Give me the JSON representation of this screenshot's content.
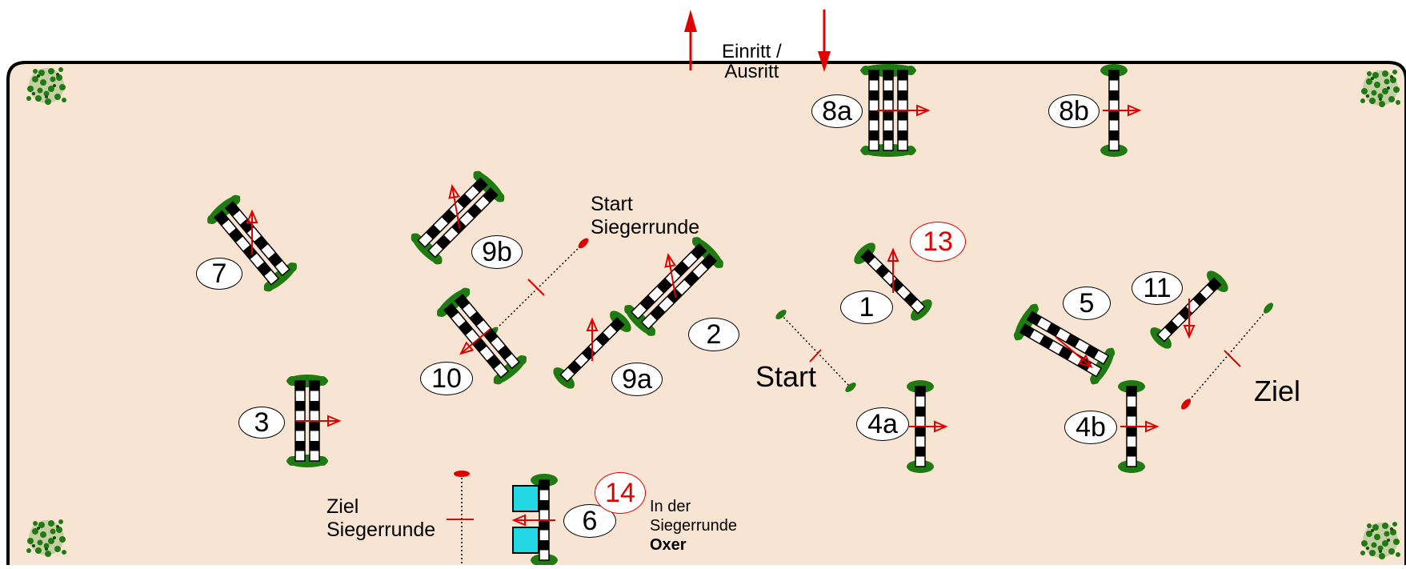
{
  "colors": {
    "arena_fill": "#f8e4d2",
    "border": "#000000",
    "pole_dark": "#000000",
    "pole_light": "#ffffff",
    "stand_green": "#1f7a12",
    "direction_red": "#e00000",
    "water_box": "#22d6e3"
  },
  "entrance": {
    "line1": "Einritt /",
    "line2": "Ausritt"
  },
  "obstacles": {
    "o1": "1",
    "o2": "2",
    "o3": "3",
    "o4a": "4a",
    "o4b": "4b",
    "o5": "5",
    "o6": "6",
    "o7": "7",
    "o8a": "8a",
    "o8b": "8b",
    "o9a": "9a",
    "o9b": "9b",
    "o10": "10",
    "o11": "11",
    "o13": "13",
    "o14": "14"
  },
  "labels": {
    "start": "Start",
    "ziel": "Ziel",
    "start_siegerrunde_1": "Start",
    "start_siegerrunde_2": "Siegerrunde",
    "ziel_siegerrunde_1": "Ziel",
    "ziel_siegerrunde_2": "Siegerrunde",
    "note_1": "In der",
    "note_2": "Siegerrunde",
    "note_3": "Oxer"
  },
  "icons": [
    "tree-icon",
    "arrow-up-icon",
    "arrow-down-icon",
    "direction-arrow-icon"
  ]
}
